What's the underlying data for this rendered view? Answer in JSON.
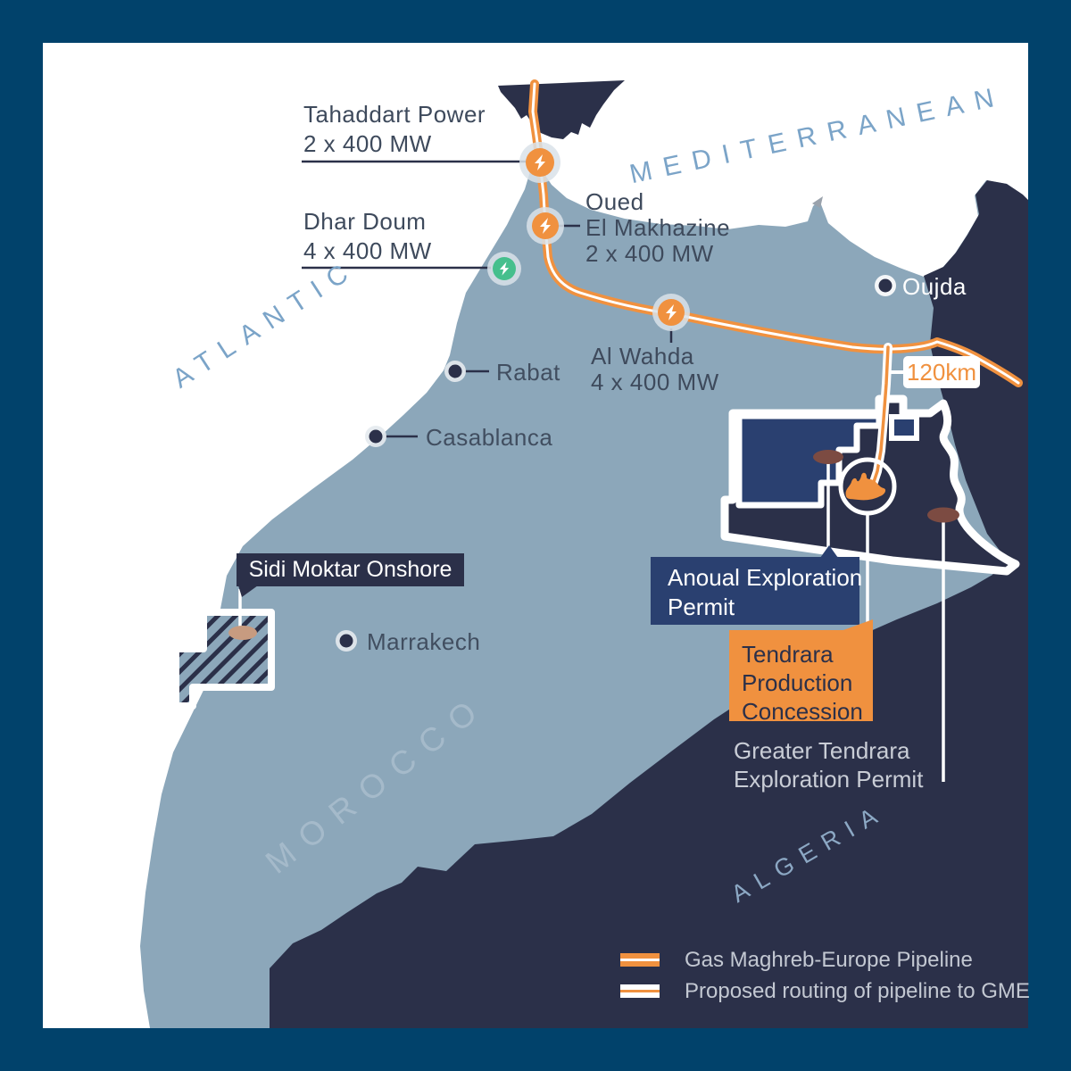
{
  "seas": {
    "atlantic": "ATLANTIC",
    "mediterranean": "MEDITERRANEAN"
  },
  "countries": {
    "morocco": "MOROCCO",
    "algeria": "ALGERIA"
  },
  "cities": {
    "oujda": "Oujda",
    "rabat": "Rabat",
    "casablanca": "Casablanca",
    "marrakech": "Marrakech"
  },
  "plants": {
    "tahaddart": {
      "lines": [
        "Tahaddart Power",
        "2 x 400 MW"
      ]
    },
    "dhar_doum": {
      "lines": [
        "Dhar Doum",
        "4 x 400 MW"
      ]
    },
    "oued_el_makhazine": {
      "lines": [
        "Oued",
        "El Makhazine",
        "2 x 400 MW"
      ]
    },
    "al_wahda": {
      "lines": [
        "Al Wahda",
        "4 x 400 MW"
      ]
    }
  },
  "permits": {
    "sidi_moktar": "Sidi Moktar Onshore",
    "anoual": {
      "lines": [
        "Anoual Exploration",
        "Permit"
      ]
    },
    "tendrara": {
      "lines": [
        "Tendrara",
        "Production",
        "Concession"
      ]
    },
    "greater_tendrara": {
      "lines": [
        "Greater Tendrara",
        "Exploration Permit"
      ]
    }
  },
  "distance": "120km",
  "legend": {
    "gme": "Gas Maghreb-Europe Pipeline",
    "proposed": "Proposed routing of pipeline to GME"
  },
  "colors": {
    "frame": "#01426B",
    "ocean": "#FFFFFF",
    "morocco_land": "#8CA7BA",
    "dark_land": "#2B3049",
    "anoual_fill": "#2A4070",
    "pipeline_orange": "#F0913F",
    "green_marker": "#45BF8D",
    "field_brown": "#7C4B42",
    "sidi_field_tan": "#C79B80",
    "dark_text": "#3E4A5C",
    "light_text": "#C9CDD6",
    "sea_text": "#7BA4C8"
  }
}
